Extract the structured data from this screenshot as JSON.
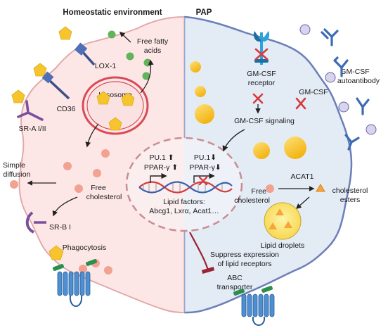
{
  "headers": {
    "left": "Homeostatic environment",
    "right": "PAP"
  },
  "labels": {
    "free_fatty_acids": [
      "Free fatty",
      "acids"
    ],
    "lox1": "LOX-1",
    "cd36": "CD36",
    "sra": "SR-A I/II",
    "lysosome": "Lysosome",
    "simple_diffusion": [
      "Simple",
      "diffusion"
    ],
    "free_cholesterol_left": [
      "Free",
      "cholesterol"
    ],
    "srb1": "SR-B I",
    "phagocytosis": "Phagocytosis",
    "gmcsf_receptor": [
      "GM-CSF",
      "receptor"
    ],
    "gmcsf_autoantibody": [
      "GM-CSF",
      "autoantibody"
    ],
    "gmcsf": "GM-CSF",
    "gmcsf_signaling": "GM-CSF signaling",
    "pu1_left": "PU.1 ⬆",
    "ppar_left": "PPAR-γ ⬆",
    "pu1_right": "PU.1⬇",
    "ppar_right": "PPAR-γ⬇",
    "lipid_factors": [
      "Lipid factors:",
      "Abcg1,  Lxrα, Acat1…"
    ],
    "acat1": "ACAT1",
    "free_cholesterol_right": [
      "Free",
      "cholesterol"
    ],
    "cholesterol_esters": [
      "cholesterol",
      "esters"
    ],
    "lipid_droplets": "Lipid droplets",
    "suppress": [
      "Suppress expression",
      "of lipid receptors"
    ],
    "abc": [
      "ABC",
      "transporter"
    ]
  },
  "colors": {
    "left_bg": "#fde7e6",
    "right_bg": "#e3ebf5",
    "membrane": "#6b7fb8",
    "lysosome": "#d84a57",
    "green_dot": "#63b35a",
    "pink_dot": "#f2a290",
    "pentagon": "#f6c52d",
    "yellow_ball": "#f9c21b",
    "receptor_blue": "#2da3db",
    "inhibit_red": "#d8393e",
    "antibody": "#3c6bb5",
    "suppress_arrow": "#9b2332"
  }
}
